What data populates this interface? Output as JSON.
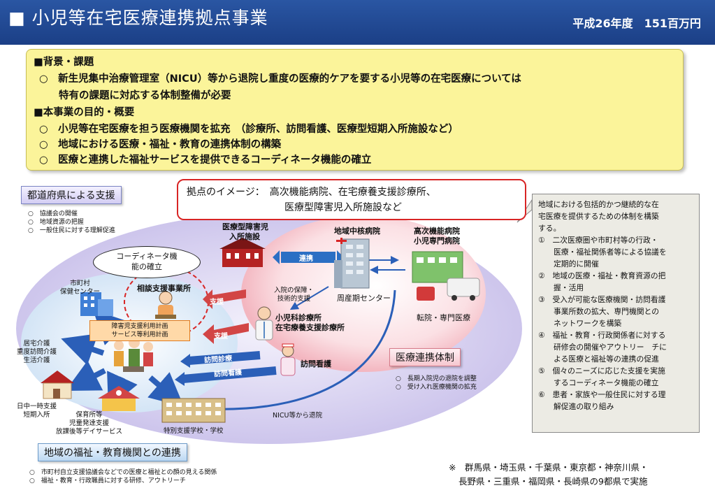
{
  "header": {
    "title": "■ 小児等在宅医療連携拠点事業",
    "budget": "平成26年度　151百万円"
  },
  "background": {
    "lines": [
      "■背景・課題",
      "○　新生児集中治療管理室（NICU）等から退院し重度の医療的ケアを要する小児等の在宅医療については",
      "特有の課題に対応する体制整備が必要",
      "■本事業の目的・概要",
      "○　小児等在宅医療を担う医療機関を拡充　（診療所、訪問看護、医療型短期入所施設など）",
      "○　地域における医療・福祉・教育の連携体制の構築",
      "○　医療と連携した福祉サービスを提供できるコーディネータ機能の確立"
    ]
  },
  "prefecture": {
    "title": "都道府県による支援",
    "items": [
      "○　協議会の開催",
      "○　地域資源の把握",
      "○　一般住民に対する理解促進"
    ]
  },
  "kyoten": {
    "line1": "拠点のイメージ：　高次機能病院、在宅療養支援診療所、",
    "line2": "医療型障害児入所施設など"
  },
  "callout": {
    "lines": [
      "地域における包括的かつ継続的な在",
      "宅医療を提供するための体制を構築",
      "する。",
      "①　二次医療圏や市町村等の行政・",
      "医療・福祉関係者等による協議を",
      "定期的に開催",
      "②　地域の医療・福祉・教育資源の把",
      "握・活用",
      "③　受入が可能な医療機関・訪問看護",
      "事業所数の拡大、専門機関との",
      "ネットワークを構築",
      "④　福祉・教育・行政関係者に対する",
      "研修会の開催やアウトリー　チに",
      "よる医療と福祉等の連携の促進",
      "⑤　個々のニーズに応じた支援を実施",
      "するコーディネータ機能の確立",
      "⑥　患者・家族や一般住民に対する理",
      "解促進の取り組み"
    ]
  },
  "diagram": {
    "nyusho": [
      "医療型障害児",
      "入所施設"
    ],
    "chiiki_hospital": "地域中核病院",
    "koji_hospital": [
      "高次機能病院",
      "小児専門病院"
    ],
    "renkei": "連携",
    "nyuin": [
      "入院の保障・",
      "技術的支援"
    ],
    "shusanki": "周産期センター",
    "tenin": "転院・専門医療",
    "coordinator": [
      "コーディネータ機",
      "能の確立"
    ],
    "soudan": "相談支援事業所",
    "hokencenter": [
      "市町村",
      "保健センター"
    ],
    "keikaku": [
      "障害児支援利用計画",
      "サービス等利用計画"
    ],
    "shien1": "支援",
    "shien2": "支援",
    "shinryo": [
      "小児科診療所",
      "在宅療養支援診療所"
    ],
    "houmon_shinryo": "訪問診療",
    "houmon_kango_arrow": "訪問看護",
    "houmon_kango": "訪問看護",
    "kyotaku": [
      "居宅介護",
      "重度訪問介護",
      "生活介護"
    ],
    "nicchu": [
      "日中一時支援",
      "短期入所"
    ],
    "hoikusho": [
      "保育所等",
      "児童発達支援",
      "放課後等デイサービス"
    ],
    "tokubetsu": "特別支援学校・学校",
    "nicu": "NICU等から退院",
    "iryo_renkei": {
      "title": "医療連携体制",
      "items": [
        "○　長期入院児の退院を調整",
        "○　受け入れ医療機関の拡充"
      ]
    }
  },
  "welfare": {
    "title": "地域の福祉・教育機関との連携",
    "items": [
      "○　市町村自立支援協議会などでの医療と福祉との顔の見える関係",
      "○　福祉・教育・行政職員に対する研修、アウトリーチ"
    ]
  },
  "note": {
    "line1": "※　群馬県・埼玉県・千葉県・東京都・神奈川県・",
    "line2": "長野県・三重県・福岡県・長崎県の9都県で実施"
  },
  "colors": {
    "header": "#1b3f86",
    "yellow_box": "#fbf49a",
    "red": "#d82525",
    "blue_arrow": "#2b5fb8",
    "pink": "#f6c7cf",
    "lavender": "#d9d3f1"
  }
}
